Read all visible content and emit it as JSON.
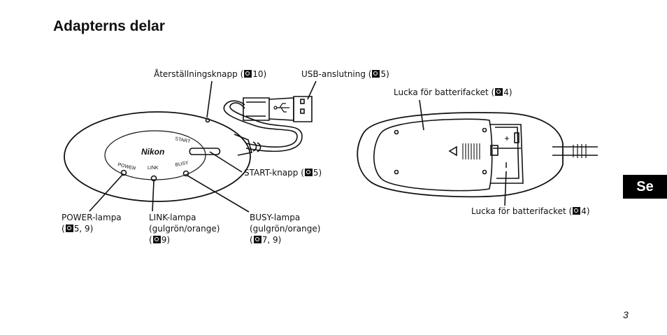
{
  "page": {
    "title": "Adapterns delar",
    "section_tab": "Se",
    "page_number": "3"
  },
  "device_labels": {
    "brand": "Nikon",
    "start": "START",
    "power": "POWER",
    "link": "LINK",
    "busy": "BUSY"
  },
  "callouts": {
    "reset_button": {
      "text": "Återställningsknapp (",
      "ref": "10)"
    },
    "usb_connector": {
      "text": "USB-anslutning (",
      "ref": "5)"
    },
    "start_button": {
      "text": "START-knapp (",
      "ref": "5)"
    },
    "power_lamp": {
      "line1": "POWER-lampa",
      "line2_pre": "(",
      "line2_ref": "5, 9)"
    },
    "link_lamp": {
      "line1": "LINK-lampa",
      "line2": "(gulgrön/orange)",
      "line3_pre": "(",
      "line3_ref": "9)"
    },
    "busy_lamp": {
      "line1": "BUSY-lampa",
      "line2": "(gulgrön/orange)",
      "line3_pre": "(",
      "line3_ref": "7, 9)"
    },
    "battery_cover_top": {
      "text": "Lucka för batterifacket (",
      "ref": "4)"
    },
    "battery_cover_bottom": {
      "text": "Lucka för batterifacket (",
      "ref": "4)"
    }
  },
  "colors": {
    "ink": "#111111",
    "tab_background": "#000000",
    "tab_text": "#ffffff"
  }
}
